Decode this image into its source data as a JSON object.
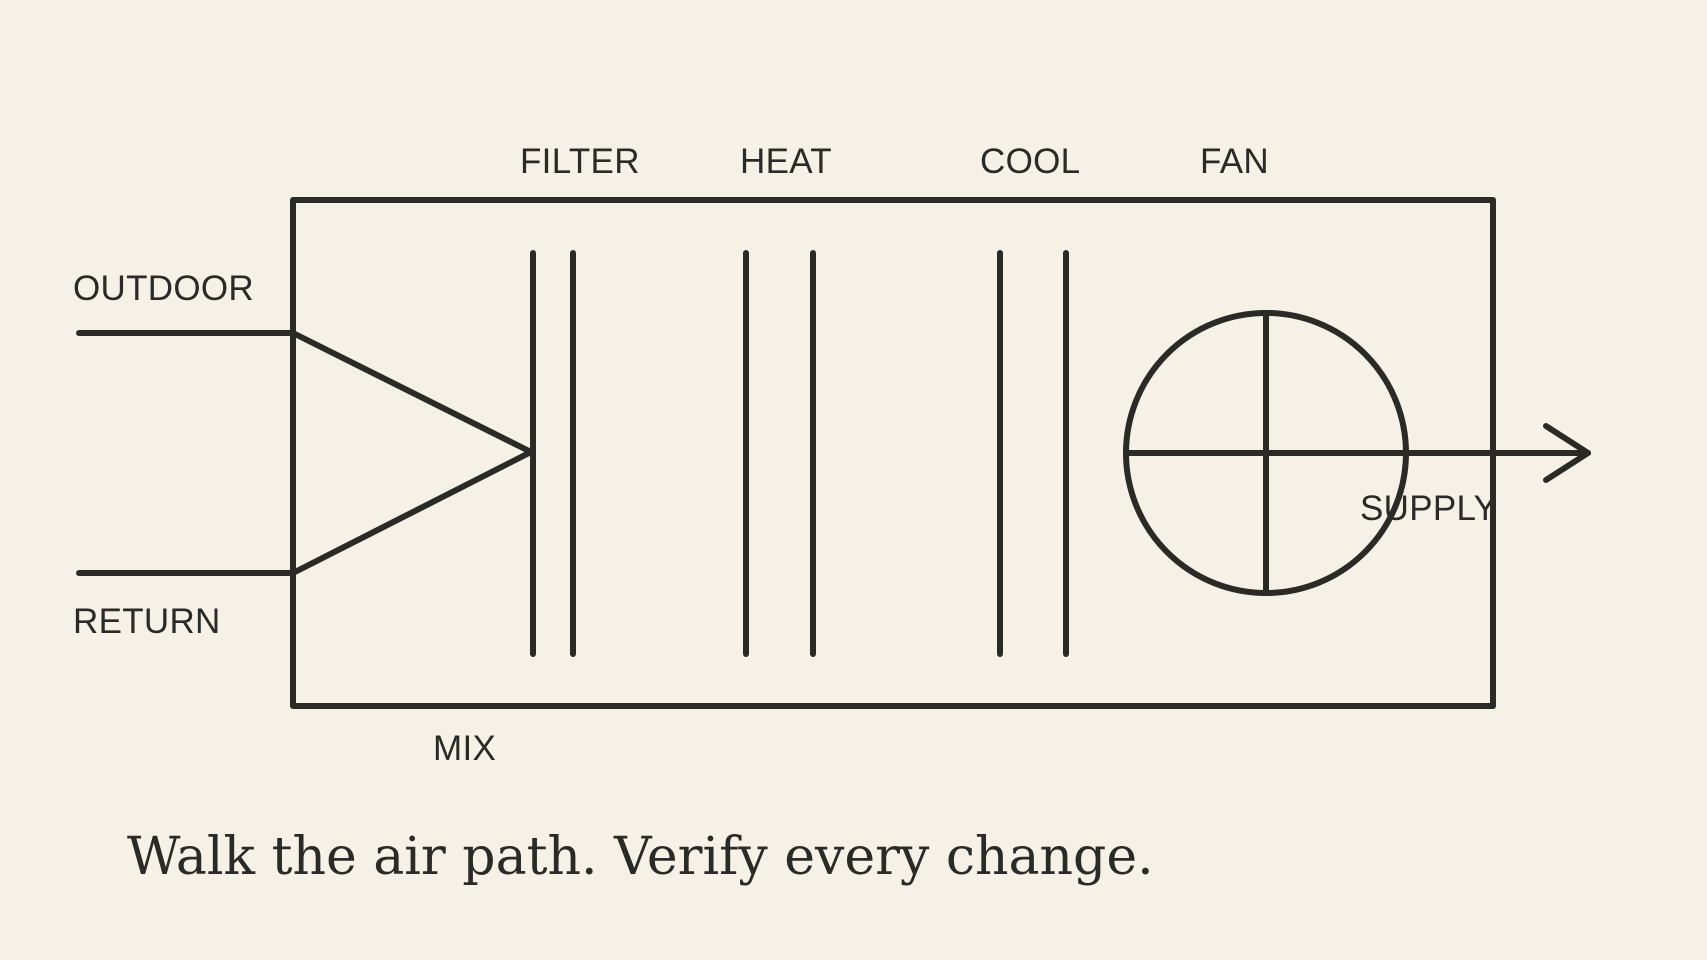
{
  "colors": {
    "background": "#f5f1e7",
    "ink": "#2a2a26"
  },
  "diagram": {
    "labels": {
      "outdoor": "OUTDOOR",
      "return": "RETURN",
      "mix": "MIX",
      "filter": "FILTER",
      "heat": "HEAT",
      "cool": "COOL",
      "fan": "FAN",
      "supply": "SUPPLY"
    },
    "icons": {
      "fan": "fan-icon",
      "supply_arrow": "arrow-right-icon"
    }
  },
  "caption": "Walk the air path. Verify every change."
}
